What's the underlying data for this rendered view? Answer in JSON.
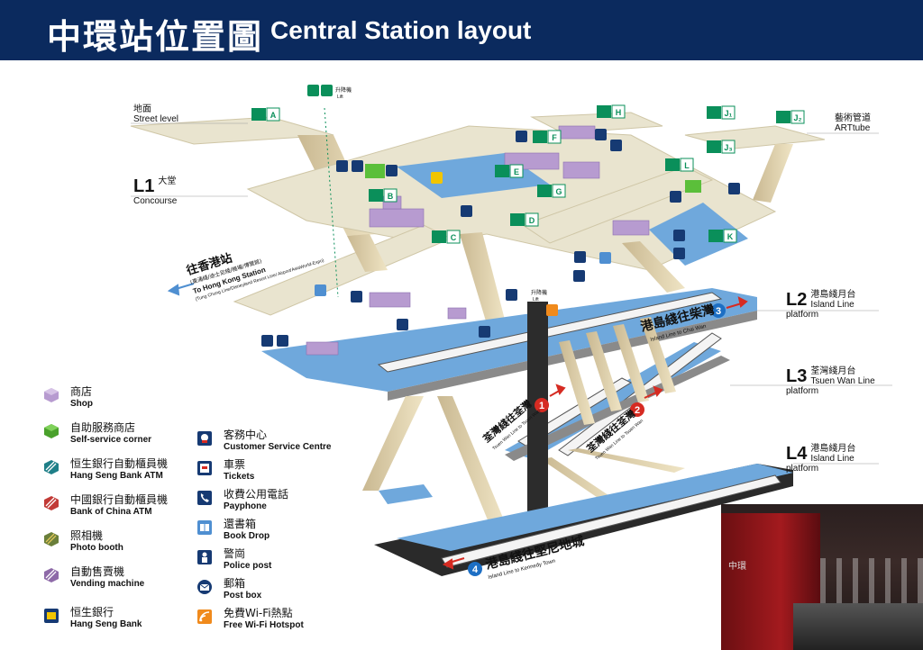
{
  "header": {
    "title_zh": "中環站位置圖",
    "title_en": "Central Station layout"
  },
  "levels": [
    {
      "code": "",
      "zh": "地面",
      "en": "Street level"
    },
    {
      "code": "L1",
      "zh": "大堂",
      "en": "Concourse"
    },
    {
      "code": "L2",
      "zh": "港島綫月台",
      "en": "Island Line platform"
    },
    {
      "code": "L3",
      "zh": "荃灣綫月台",
      "en": "Tsuen Wan Line platform"
    },
    {
      "code": "L4",
      "zh": "港島綫月台",
      "en": "Island Line platform"
    }
  ],
  "arttube": {
    "zh": "藝術管道",
    "en": "ARTtube"
  },
  "hk_station": {
    "zh": "往香港站",
    "zh_sub": "(東涌綫/迪士尼綫/機場/博覽館)",
    "en": "To Hong Kong Station",
    "en_sub": "(Tung Chung Line/Disneyland Resort Line/ Airport/AsiaWorld-Expo)"
  },
  "lift": {
    "zh": "升降機",
    "en": "Lift"
  },
  "exits": [
    "A",
    "B",
    "C",
    "D",
    "E",
    "F",
    "G",
    "H",
    "J1",
    "J2",
    "J3",
    "K",
    "L"
  ],
  "platforms": [
    {
      "num": "3",
      "zh": "港島綫往柴灣",
      "en": "Island Line to Chai Wan"
    },
    {
      "num": "1",
      "zh": "荃灣綫往荃灣",
      "en": "Tsuen Wan Line to Tsuen Wan"
    },
    {
      "num": "2",
      "zh": "荃灣綫往荃灣",
      "en": "Tsuen Wan Line to Tsuen Wan"
    },
    {
      "num": "4",
      "zh": "港島綫往堅尼地城",
      "en": "Island Line to Kennedy Town"
    }
  ],
  "legend_left": [
    {
      "icon": "shop-icon",
      "zh": "商店",
      "en": "Shop"
    },
    {
      "icon": "self-service-icon",
      "zh": "自助服務商店",
      "en": "Self-service corner"
    },
    {
      "icon": "hang-seng-atm-icon",
      "zh": "恒生銀行自動櫃員機",
      "en": "Hang Seng Bank ATM"
    },
    {
      "icon": "boc-atm-icon",
      "zh": "中國銀行自動櫃員機",
      "en": "Bank of China ATM"
    },
    {
      "icon": "photo-booth-icon",
      "zh": "照相機",
      "en": "Photo booth"
    },
    {
      "icon": "vending-machine-icon",
      "zh": "自動售賣機",
      "en": "Vending machine"
    },
    {
      "icon": "hang-seng-bank-icon",
      "zh": "恒生銀行",
      "en": "Hang Seng Bank"
    }
  ],
  "legend_right": [
    {
      "icon": "customer-service-icon",
      "zh": "客務中心",
      "en": "Customer Service Centre"
    },
    {
      "icon": "tickets-icon",
      "zh": "車票",
      "en": "Tickets"
    },
    {
      "icon": "payphone-icon",
      "zh": "收費公用電話",
      "en": "Payphone"
    },
    {
      "icon": "book-drop-icon",
      "zh": "還書箱",
      "en": "Book Drop"
    },
    {
      "icon": "police-post-icon",
      "zh": "警崗",
      "en": "Police post"
    },
    {
      "icon": "post-box-icon",
      "zh": "郵箱",
      "en": "Post box"
    },
    {
      "icon": "wifi-hotspot-icon",
      "zh": "免費Wi-Fi熱點",
      "en": "Free Wi-Fi Hotspot"
    }
  ],
  "photo_sign": "中環",
  "colors": {
    "header": "#0b2a5e",
    "platform_blue": "#6fa8dc",
    "floor": "#e9e4cf",
    "exit_green": "#0a8f5a",
    "shop_purple": "#b79bd0",
    "arrow_red": "#d62b22",
    "icon_navy": "#163a73"
  }
}
